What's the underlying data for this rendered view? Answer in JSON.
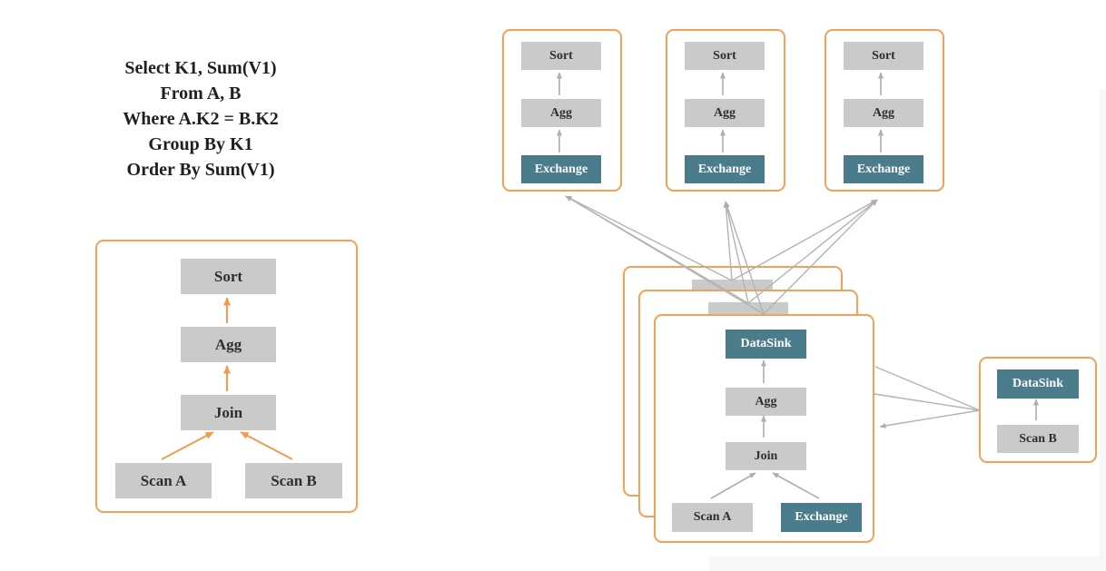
{
  "query": {
    "lines": [
      "Select K1, Sum(V1)",
      "From A, B",
      "Where A.K2 = B.K2",
      "Group By K1",
      "Order By Sum(V1)"
    ]
  },
  "single_node_plan": {
    "nodes": [
      "Sort",
      "Agg",
      "Join",
      "Scan A",
      "Scan B"
    ]
  },
  "top_fragments": {
    "instance_count": 3,
    "instances": [
      {
        "nodes": [
          "Sort",
          "Agg",
          "Exchange"
        ]
      },
      {
        "nodes": [
          "Sort",
          "Agg",
          "Exchange"
        ]
      },
      {
        "nodes": [
          "Sort",
          "Agg",
          "Exchange"
        ]
      }
    ]
  },
  "join_fragment": {
    "instance_count": 3,
    "nodes": [
      "DataSink",
      "Agg",
      "Join",
      "Scan A",
      "Exchange"
    ]
  },
  "scan_b_fragment": {
    "nodes": [
      "DataSink",
      "Scan B"
    ]
  },
  "colors": {
    "fragment_border_orange": "#f2a157",
    "plan_arrow_orange": "#f29a4d",
    "node_gray": "#cacaca",
    "node_teal": "#4b7c8c",
    "arrow_gray": "#aeaeae",
    "text_dark": "#2e2e2e"
  }
}
